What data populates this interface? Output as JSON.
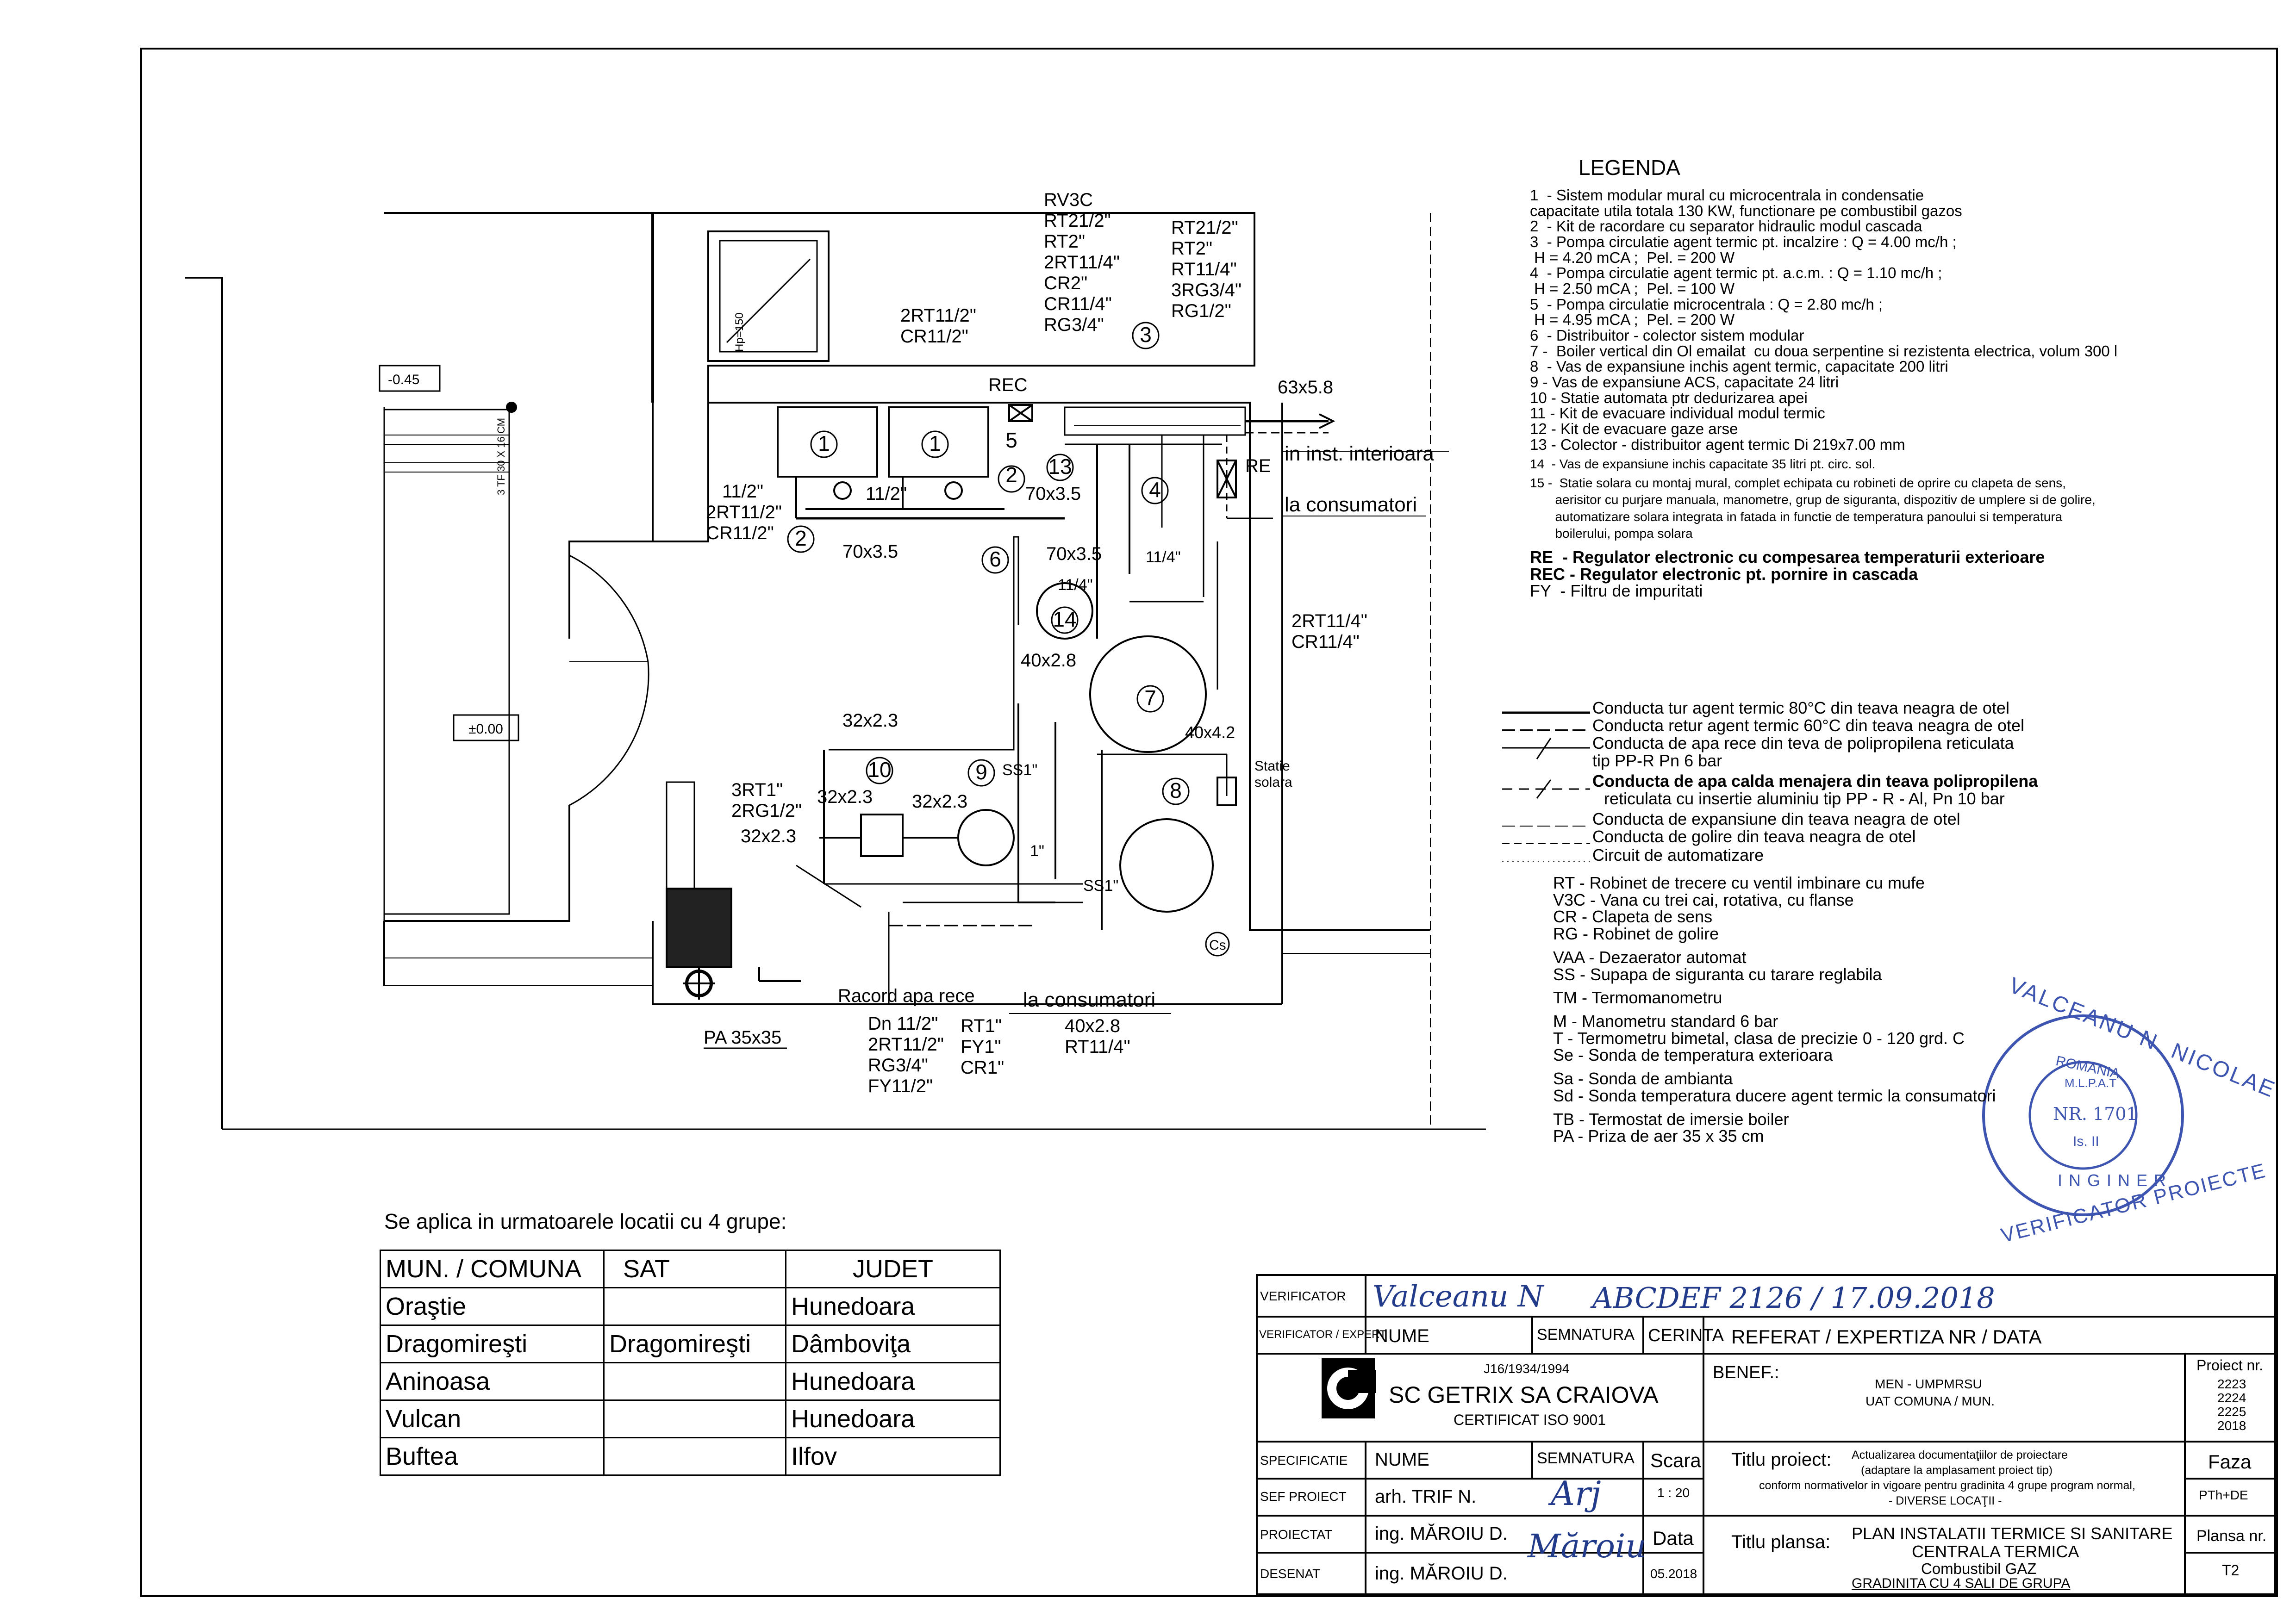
{
  "drawing": {
    "level_top": "-0.45",
    "level_mid": "±0.00",
    "air_intake": "PA 35x35",
    "vent_label": "3 TF 30 X 16 CM",
    "equipment_tags": [
      "1",
      "1",
      "2",
      "2",
      "3",
      "4",
      "5",
      "6",
      "7",
      "8",
      "9",
      "10",
      "13",
      "14"
    ],
    "labels": {
      "rv3c": "RV3C",
      "rt212_a": "RT21/2\"",
      "rt2_a": "RT2\"",
      "rt2114_a": "2RT11/4\"",
      "cr2": "CR2\"",
      "cr114_a": "CR11/4\"",
      "rg34_a": "RG3/4\"",
      "rt212_b": "RT21/2\"",
      "rt2_b": "RT2\"",
      "rt114_b": "RT11/4\"",
      "rg34_3": "3RG3/4\"",
      "rg12": "RG1/2\"",
      "rt2112": "2RT11/2\"",
      "cr112": "CR11/2\"",
      "rec": "REC",
      "re": "RE",
      "pipe_63": "63x5.8",
      "in_inst": "in inst. interioara",
      "la_cons_1": "la consumatori",
      "p112_a": "11/2\"",
      "p2rt112": "2RT11/2\"",
      "pcr112": "CR11/2\"",
      "p112_b": "11/2\"",
      "p70_a": "70x3.5",
      "p70_b": "70x3.5",
      "p70_c": "70x3.5",
      "p114_a": "11/4\"",
      "p114_b": "11/4\"",
      "p40_a": "40x2.8",
      "p40_4": "40x4.2",
      "rt2114_b": "2RT11/4\"",
      "cr114_b": "CR11/4\"",
      "p32_a": "32x2.3",
      "p32_b": "32x2.3",
      "p32_c": "32x2.3",
      "p32_d": "32x2.3",
      "rt1_3": "3RT1\"",
      "rg12_2": "2RG1/2\"",
      "ss1_a": "SS1\"",
      "ss1_b": "SS1\"",
      "p1": "1\"",
      "statie": "Statie",
      "solara": "solara",
      "cs": "Cs",
      "hp": "Hp=150",
      "racord": "Racord apa rece",
      "dn": "Dn 11/2\"",
      "d2rt": "2RT11/2\"",
      "drg": "RG3/4\"",
      "dfy": "FY11/2\"",
      "rt1": "RT1\"",
      "fy1": "FY1\"",
      "cr1": "CR1\"",
      "la_cons_2": "la consumatori",
      "p40_b": "40x2.8",
      "rt114_c": "RT11/4\""
    }
  },
  "legend": {
    "title": "LEGENDA",
    "items": [
      "1  - Sistem modular mural cu microcentrala in condensatie",
      "capacitate utila totala 130 KW, functionare pe combustibil gazos",
      "2  - Kit de racordare cu separator hidraulic modul cascada",
      "3  - Pompa circulatie agent termic pt. incalzire : Q = 4.00 mc/h ;",
      " H = 4.20 mCA ;  Pel. = 200 W",
      "4  - Pompa circulatie agent termic pt. a.c.m. : Q = 1.10 mc/h ;",
      " H = 2.50 mCA ;  Pel. = 100 W",
      "5  - Pompa circulatie microcentrala : Q = 2.80 mc/h ;",
      " H = 4.95 mCA ;  Pel. = 200 W",
      "6  - Distribuitor - colector sistem modular",
      "7 -  Boiler vertical din Ol emailat  cu doua serpentine si rezistenta electrica, volum 300 l",
      "8  - Vas de expansiune inchis agent termic, capacitate 200 litri",
      "9 - Vas de expansiune ACS, capacitate 24 litri",
      "10 - Statie automata ptr dedurizarea apei",
      "11 - Kit de evacuare individual modul termic",
      "12 - Kit de evacuare gaze arse",
      "13 - Colector - distribuitor agent termic Di 219x7.00 mm",
      "14  - Vas de expansiune inchis capacitate 35 litri pt. circ. sol.",
      "15 -  Statie solara cu montaj mural, complet echipata cu robineti de oprire cu clapeta de sens,",
      "       aerisitor cu purjare manuala, manometre, grup de siguranta, dispozitiv de umplere si de golire,",
      "       automatizare solara integrata in fatada in functie de temperatura panoului si temperatura",
      "       boilerului, pompa solara"
    ],
    "regulators": [
      "RE  - Regulator electronic cu compesarea temperaturii exterioare",
      "REC - Regulator electronic pt. pornire in cascada",
      "FY  - Filtru de impuritati"
    ],
    "lines": [
      "Conducta tur agent termic 80°C din teava neagra de otel",
      "Conducta retur agent termic 60°C din teava neagra de otel",
      "Conducta de apa rece din teva de polipropilena reticulata",
      "tip PP-R Pn 6 bar",
      "Conducta de apa calda menajera din teava polipropilena",
      "reticulata cu insertie aluminiu tip PP - R - Al, Pn 10 bar",
      "Conducta de expansiune din teava neagra de otel",
      "Conducta de golire din teava neagra de otel",
      "Circuit de automatizare"
    ],
    "abbreviations": [
      "RT  - Robinet de trecere cu ventil imbinare cu mufe",
      "V3C - Vana cu trei cai, rotativa, cu flanse",
      "CR  - Clapeta de sens",
      "RG  - Robinet de golire",
      "VAA - Dezaerator automat",
      "SS  - Supapa de siguranta cu tarare reglabila",
      "TM  - Termomanometru",
      "M   - Manometru standard 6 bar",
      "T   - Termometru bimetal, clasa de precizie 0 - 120 grd. C",
      "Se  - Sonda de temperatura exterioara",
      "Sa  - Sonda de ambianta",
      "Sd  - Sonda temperatura ducere agent termic la consumatori",
      "TB  - Termostat de imersie boiler",
      "PA  - Priza de aer 35 x 35 cm"
    ]
  },
  "stamp": {
    "outer_top": "VALCEANU N. NICOLAE",
    "outer_bottom": "VERIFICATOR PROIECTE",
    "inginer": "INGINER",
    "country": "ROMANIA",
    "org": "M.L.P.A.T",
    "nr": "NR. 1701",
    "cls": "Is. II"
  },
  "locations": {
    "caption": "Se aplica in urmatoarele locatii cu 4 grupe:",
    "header": [
      "MUN. / COMUNA",
      "SAT",
      "JUDET"
    ],
    "rows": [
      [
        "Oraştie",
        "",
        "Hunedoara"
      ],
      [
        "Dragomireşti",
        "Dragomireşti",
        "Dâmboviţa"
      ],
      [
        "Aninoasa",
        "",
        "Hunedoara"
      ],
      [
        "Vulcan",
        "",
        "Hunedoara"
      ],
      [
        "Buftea",
        "",
        "Ilfov"
      ]
    ]
  },
  "title_block": {
    "verificator": "VERIFICATOR",
    "verificator_sig": "Valceanu N",
    "verificator_ref": "ABCDEF 2126 / 17.09.2018",
    "verificator_expert": "VERIFICATOR / EXPERT",
    "nume": "NUME",
    "semnatura": "SEMNATURA",
    "cerinta": "CERINTA",
    "referat": "REFERAT / EXPERTIZA NR / DATA",
    "reg_no": "J16/1934/1994",
    "company": "SC GETRIX SA CRAIOVA",
    "cert": "CERTIFICAT ISO 9001",
    "benef_label": "BENEF.:",
    "benef_1": "MEN - UMPMRSU",
    "benef_2": "UAT COMUNA / MUN.",
    "proiect_nr_label": "Proiect nr.",
    "proiect_nrs": [
      "2223",
      "2224",
      "2225",
      "2018"
    ],
    "specificatie": "SPECIFICATIE",
    "nume2": "NUME",
    "semnatura2": "SEMNATURA",
    "scara_label": "Scara",
    "scara": "1 : 20",
    "titlu_proiect_label": "Titlu proiect:",
    "titlu_proiect": [
      "Actualizarea documentaţiilor de proiectare",
      "(adaptare la amplasament proiect tip)",
      "conform normativelor in vigoare pentru gradinita 4 grupe program normal,",
      "- DIVERSE LOCAŢII -"
    ],
    "faza_label": "Faza",
    "faza": "PTh+DE",
    "sef_proiect": "SEF PROIECT",
    "sef_name": "arh. TRIF N.",
    "proiectat": "PROIECTAT",
    "proiectat_name": "ing. MĂROIU D.",
    "desenat": "DESENAT",
    "desenat_name": "ing. MĂROIU D.",
    "data_label": "Data",
    "data": "05.2018",
    "titlu_plansa_label": "Titlu plansa:",
    "titlu_plansa": [
      "PLAN INSTALATII TERMICE SI SANITARE",
      "CENTRALA TERMICA",
      "Combustibil GAZ",
      "GRADINITA CU 4 SALI DE GRUPA"
    ],
    "plansa_nr_label": "Plansa nr.",
    "plansa_nr": "T2",
    "sig_proiectat": "Măroiu",
    "sig_sef": "Arj"
  }
}
